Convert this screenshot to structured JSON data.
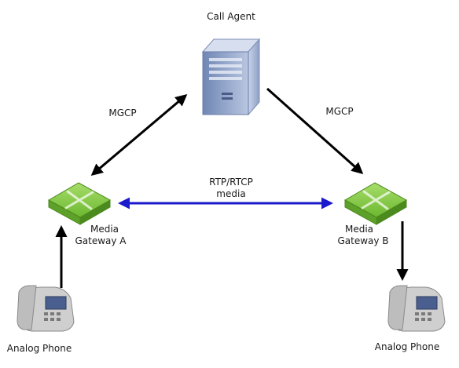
{
  "nodes": {
    "call_agent": {
      "label": "Call Agent",
      "icon": "server-icon"
    },
    "gateway_a": {
      "label_line1": "Media",
      "label_line2": "Gateway A",
      "icon": "gateway-icon"
    },
    "gateway_b": {
      "label_line1": "Media",
      "label_line2": "Gateway B",
      "icon": "gateway-icon"
    },
    "phone_a": {
      "label": "Analog Phone",
      "icon": "phone-icon"
    },
    "phone_b": {
      "label": "Analog Phone",
      "icon": "phone-icon"
    }
  },
  "edges": {
    "mgcp_left": {
      "label": "MGCP"
    },
    "mgcp_right": {
      "label": "MGCP"
    },
    "media": {
      "label_line1": "RTP/RTCP",
      "label_line2": "media"
    }
  },
  "colors": {
    "signaling_arrow": "#000000",
    "media_arrow": "#1a1acc",
    "gateway_green": "#7cc242",
    "server_blue": "#8a9ec4"
  }
}
